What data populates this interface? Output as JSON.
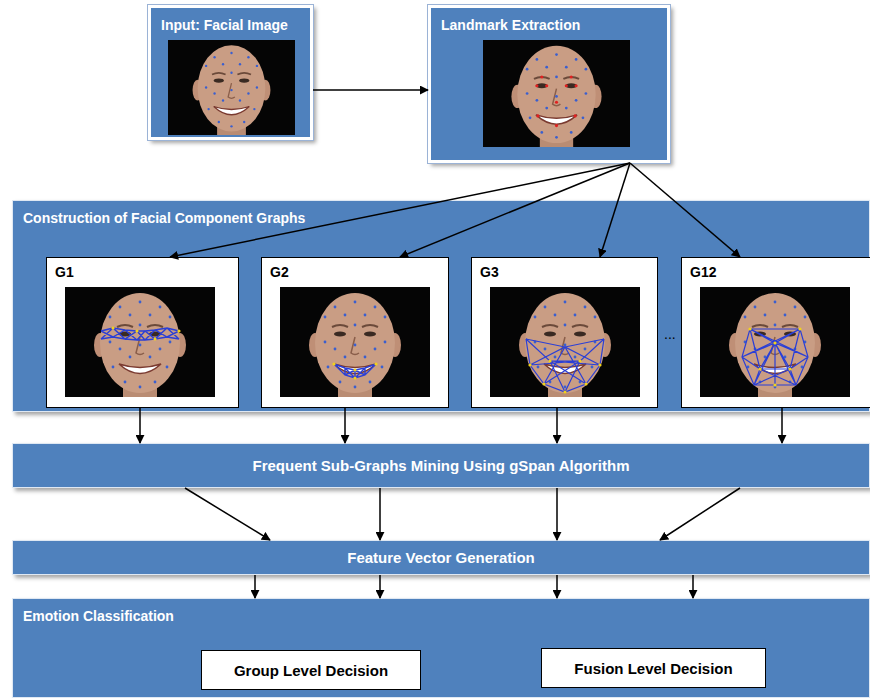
{
  "diagram": {
    "nodes": [
      {
        "text": [
          "Input: Facial Image"
        ]
      },
      {
        "text": [
          "Landmark Extraction"
        ]
      },
      {
        "text": [
          "Construction of Facial Component Graphs"
        ]
      },
      {
        "text": [
          "G1"
        ],
        "in": 2
      },
      {
        "text": [
          "G2"
        ],
        "in": 2
      },
      {
        "text": [
          "G3"
        ],
        "in": 2
      },
      {
        "text": [
          "G12"
        ],
        "in": 2
      },
      {
        "text": [
          "Frequent Sub-Graphs Mining Using gSpan Algorithm"
        ]
      },
      {
        "text": [
          "Feature Vector Generation"
        ]
      },
      {
        "text": [
          "Emotion Classification"
        ]
      },
      {
        "text": [
          "Group Level Decision"
        ],
        "in": 9
      },
      {
        "text": [
          "Fusion Level Decision"
        ],
        "in": 9
      }
    ],
    "edges": [
      {
        "from": 0,
        "to": 1,
        "arrow": "to"
      },
      {
        "from": 1,
        "to": 3,
        "arrow": "to"
      },
      {
        "from": 1,
        "to": 4,
        "arrow": "to"
      },
      {
        "from": 1,
        "to": 5,
        "arrow": "to"
      },
      {
        "from": 1,
        "to": 6,
        "arrow": "to"
      },
      {
        "from": 3,
        "to": 7,
        "arrow": "to"
      },
      {
        "from": 4,
        "to": 7,
        "arrow": "to"
      },
      {
        "from": 5,
        "to": 7,
        "arrow": "to"
      },
      {
        "from": 6,
        "to": 7,
        "arrow": "to"
      },
      {
        "from": 7,
        "to": 8,
        "arrow": "to"
      },
      {
        "from": 7,
        "to": 8,
        "arrow": "to"
      },
      {
        "from": 7,
        "to": 8,
        "arrow": "to"
      },
      {
        "from": 7,
        "to": 8,
        "arrow": "to"
      },
      {
        "from": 8,
        "to": 9,
        "arrow": "to"
      },
      {
        "from": 8,
        "to": 9,
        "arrow": "to"
      },
      {
        "from": 8,
        "to": 9,
        "arrow": "to"
      },
      {
        "from": 8,
        "to": 9,
        "arrow": "to"
      }
    ],
    "labels": [
      "..."
    ]
  }
}
